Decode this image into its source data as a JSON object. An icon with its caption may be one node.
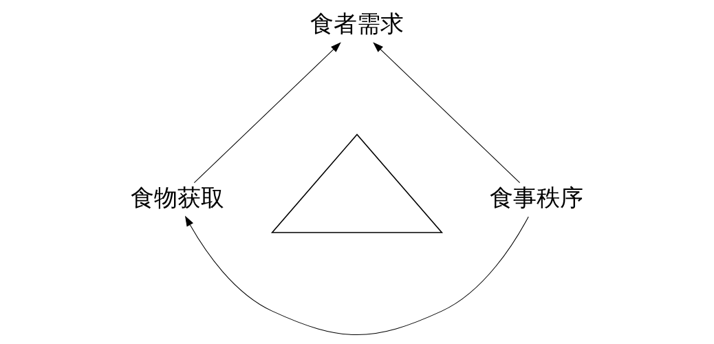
{
  "diagram": {
    "nodes": [
      {
        "text": [
          "食者需求"
        ]
      },
      {
        "text": [
          "食物获取"
        ]
      },
      {
        "text": [],
        "shape": "triangle"
      },
      {
        "text": [
          "食事秩序"
        ]
      }
    ],
    "edges": [
      {
        "from": 1,
        "to": 0,
        "arrow": "to"
      },
      {
        "from": 3,
        "to": 0,
        "arrow": "to"
      },
      {
        "from": 3,
        "to": 1,
        "arrow": "to"
      }
    ]
  }
}
